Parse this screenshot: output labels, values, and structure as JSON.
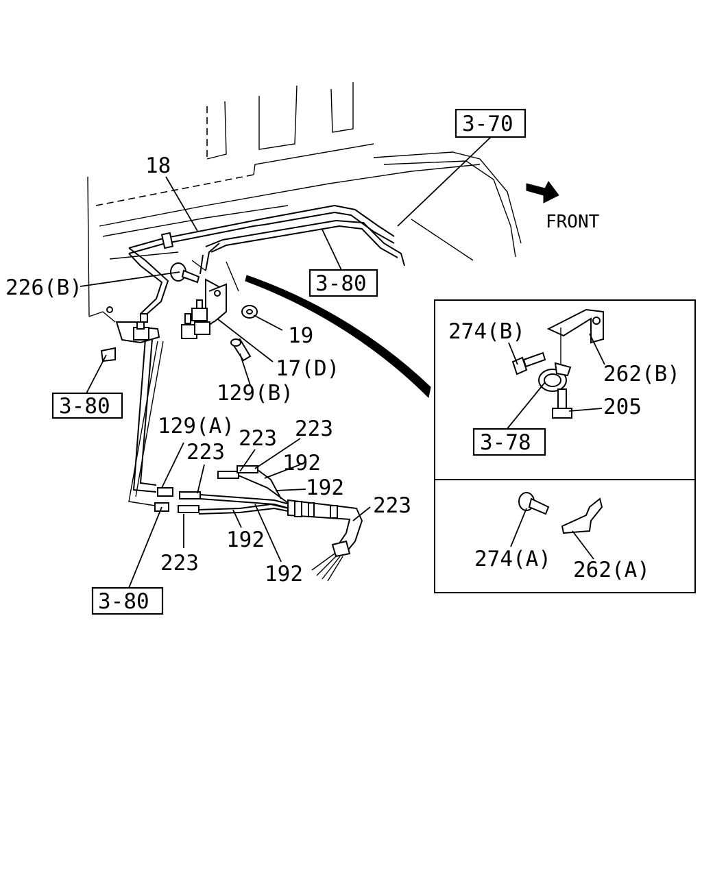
{
  "direction": {
    "text": "FRONT",
    "icon": "front-arrow-icon"
  },
  "callouts": {
    "c18": "18",
    "c226b": "226(B)",
    "c19": "19",
    "c17d": "17(D)",
    "c129b": "129(B)",
    "c129a": "129(A)",
    "c223_a": "223",
    "c223_b": "223",
    "c223_c": "223",
    "c223_d": "223",
    "c223_e": "223",
    "c192_a": "192",
    "c192_b": "192",
    "c192_c": "192",
    "c192_d": "192",
    "c274b": "274(B)",
    "c262b": "262(B)",
    "c205": "205",
    "c274a": "274(A)",
    "c262a": "262(A)"
  },
  "references": {
    "r3_70": "3-70",
    "r3_80_top": "3-80",
    "r3_80_left": "3-80",
    "r3_80_bottom": "3-80",
    "r3_78": "3-78"
  }
}
